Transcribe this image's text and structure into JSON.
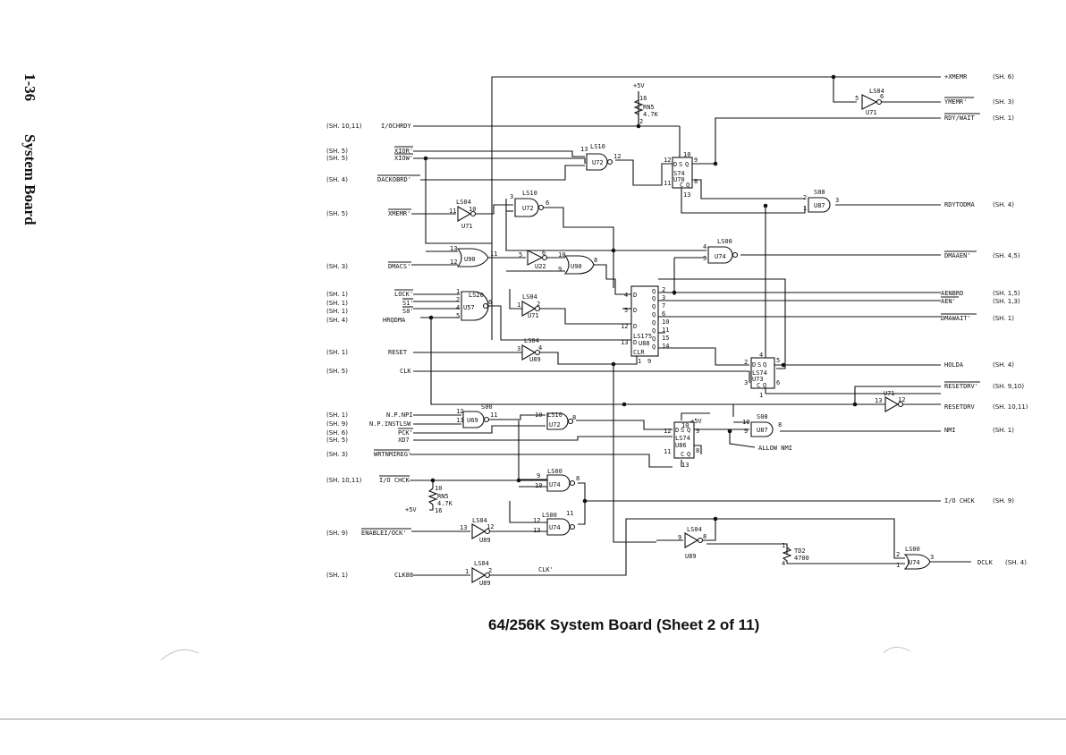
{
  "side_heading": {
    "page": "1-36",
    "section": "System Board"
  },
  "caption": "64/256K System Board (Sheet 2 of 11)",
  "left_signals": [
    {
      "ref": "(SH. 10,11)",
      "name": "I/OCHRDY"
    },
    {
      "ref": "(SH. 5)",
      "name": "XIOR'"
    },
    {
      "ref": "(SH. 5)",
      "name": "XIOW'"
    },
    {
      "ref": "(SH. 4)",
      "name": "DACKOBRD'"
    },
    {
      "ref": "(SH. 5)",
      "name": "XMEMR'"
    },
    {
      "ref": "(SH. 3)",
      "name": "DMACS'"
    },
    {
      "ref": "(SH. 1)",
      "name": "LOCK'"
    },
    {
      "ref": "(SH. 1)",
      "name": "S1'"
    },
    {
      "ref": "(SH. 1)",
      "name": "S0'"
    },
    {
      "ref": "(SH. 4)",
      "name": "HRQDMA"
    },
    {
      "ref": "(SH. 1)",
      "name": "RESET"
    },
    {
      "ref": "(SH. 5)",
      "name": "CLK"
    },
    {
      "ref": "(SH. 1)",
      "name": "N.P.NPI"
    },
    {
      "ref": "(SH. 9)",
      "name": "N.P.INSTLSW"
    },
    {
      "ref": "(SH. 6)",
      "name": "PCK'"
    },
    {
      "ref": "(SH. 5)",
      "name": "XD7"
    },
    {
      "ref": "(SH. 3)",
      "name": "WRTNMIREG'"
    },
    {
      "ref": "(SH. 10,11)",
      "name": "I/O CHCK"
    },
    {
      "ref": "(SH. 9)",
      "name": "ENABLEI/OCK'"
    },
    {
      "ref": "(SH. 1)",
      "name": "CLK88"
    }
  ],
  "right_signals": [
    {
      "name": "+XMEMR",
      "ref": "(SH. 6)"
    },
    {
      "name": "YMEMR'",
      "ref": "(SH. 3)"
    },
    {
      "name": "RDY/WAIT",
      "ref": "(SH. 1)"
    },
    {
      "name": "RDYTODMA",
      "ref": "(SH. 4)"
    },
    {
      "name": "DMAAEN'",
      "ref": "(SH. 4,5)"
    },
    {
      "name": "AENBRD",
      "ref": "(SH. 1,5)"
    },
    {
      "name": "AEN'",
      "ref": "(SH. 1,3)"
    },
    {
      "name": "DMAWAIT'",
      "ref": "(SH. 1)"
    },
    {
      "name": "HOLDA",
      "ref": "(SH. 4)"
    },
    {
      "name": "RESETDRV'",
      "ref": "(SH. 9,10)"
    },
    {
      "name": "RESETDRV",
      "ref": "(SH. 10,11)"
    },
    {
      "name": "NMI",
      "ref": "(SH. 1)"
    },
    {
      "name": "I/O CHCK",
      "ref": "(SH. 9)"
    },
    {
      "name": "DCLK",
      "ref": "(SH. 4)"
    }
  ],
  "parts": {
    "u71a": {
      "type": "LS04",
      "ref": "U71"
    },
    "u71b": {
      "type": "LS04",
      "ref": "U71"
    },
    "u71c": {
      "type": "U71"
    },
    "u71d": {
      "type": "LS04",
      "ref": "U71"
    },
    "u72a": {
      "type": "LS10",
      "ref": "U72"
    },
    "u72b": {
      "type": "LS10",
      "ref": "U72"
    },
    "u72c": {
      "type": "LS10",
      "ref": "U72"
    },
    "u70": {
      "type": "S74",
      "ref": "U70"
    },
    "u87a": {
      "type": "S08",
      "ref": "U87"
    },
    "u87b": {
      "type": "S08",
      "ref": "U87"
    },
    "u90a": {
      "ref": "U90"
    },
    "u90b": {
      "ref": "U90"
    },
    "u22": {
      "ref": "U22"
    },
    "u74a": {
      "type": "LS00",
      "ref": "U74"
    },
    "u74b": {
      "type": "LS00",
      "ref": "U74"
    },
    "u74c": {
      "type": "LS00",
      "ref": "U74"
    },
    "u74d": {
      "type": "LS00",
      "ref": "U74"
    },
    "u57": {
      "type": "LS20",
      "ref": "U57"
    },
    "u88": {
      "type": "LS175",
      "ref": "U88"
    },
    "u73": {
      "type": "LS74",
      "ref": "U73"
    },
    "u89a": {
      "type": "LS04",
      "ref": "U89"
    },
    "u89b": {
      "type": "LS04",
      "ref": "U89"
    },
    "u89c": {
      "type": "LS04",
      "ref": "U89"
    },
    "u89d": {
      "type": "LS04",
      "ref": "U89"
    },
    "u69": {
      "type": "S00",
      "ref": "U69"
    },
    "u86": {
      "type": "LS74",
      "ref": "U86"
    },
    "td2": {
      "type": "TD2",
      "value": "4700"
    },
    "rn5a": {
      "type": "RN5",
      "value": "4.7K",
      "supply": "+5V"
    },
    "rn5b": {
      "type": "RN5",
      "value": "4.7K",
      "supply": "+5V"
    },
    "supply_u86": "+5V"
  },
  "notes": {
    "allow_nmi": "ALLOW NMI",
    "clk_prime": "CLK'"
  }
}
